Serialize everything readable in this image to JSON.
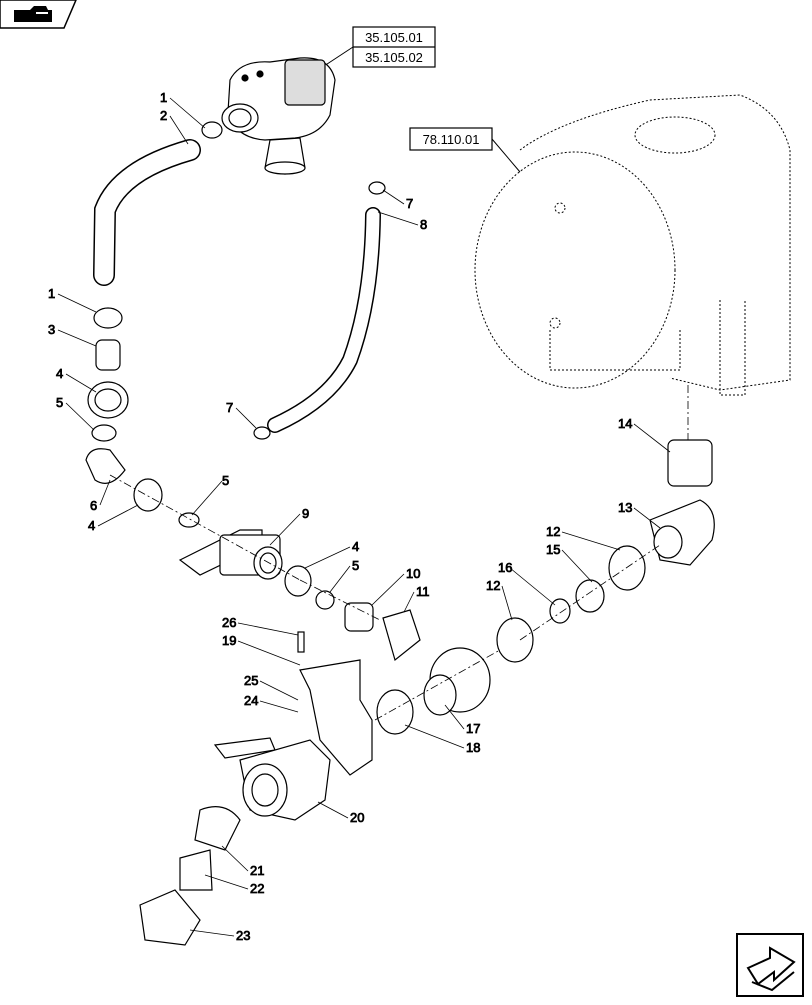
{
  "refs": [
    {
      "id": "ref-35-105-01",
      "label": "35.105.01"
    },
    {
      "id": "ref-35-105-02",
      "label": "35.105.02"
    },
    {
      "id": "ref-78-110-01",
      "label": "78.110.01"
    }
  ],
  "callouts": [
    "1",
    "2",
    "1",
    "3",
    "4",
    "5",
    "6",
    "4",
    "5",
    "9",
    "7",
    "8",
    "7",
    "4",
    "5",
    "10",
    "11",
    "26",
    "19",
    "25",
    "24",
    "20",
    "21",
    "22",
    "23",
    "17",
    "18",
    "16",
    "12",
    "15",
    "12",
    "13",
    "14"
  ],
  "icons": {
    "top_left": "hand-pointer-icon",
    "bottom_right": "next-page-arrow-icon"
  }
}
